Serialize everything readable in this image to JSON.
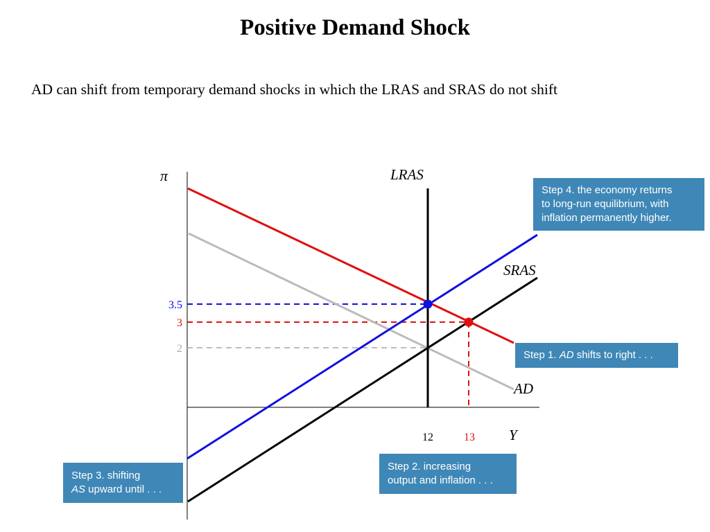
{
  "slide": {
    "title": "Positive Demand Shock",
    "subtitle": "AD can shift from temporary demand shocks in which the LRAS and SRAS do not shift"
  },
  "diagram": {
    "axis_labels": {
      "y": "π",
      "x": "Y"
    },
    "curve_labels": {
      "lras": "LRAS",
      "sras": "SRAS",
      "ad": "AD"
    },
    "ticks": {
      "y": [
        {
          "label": "3.5",
          "color": "#0000ff"
        },
        {
          "label": "3",
          "color": "#e01010"
        },
        {
          "label": "2",
          "color": "#aaaaaa"
        }
      ],
      "x": [
        {
          "label": "12",
          "color": "#000000"
        },
        {
          "label": "13",
          "color": "#e01010"
        }
      ]
    },
    "colors": {
      "original_ad": "#bbbbbb",
      "new_ad": "#e01010",
      "original_sras": "#000000",
      "new_sras": "#1010e0",
      "lras": "#000000",
      "callout_bg": "#3f87b7"
    }
  },
  "callouts": {
    "step1": {
      "prefix": "Step 1. ",
      "emph": "AD",
      "suffix": " shifts to right . . ."
    },
    "step2": {
      "line1": "Step 2.  increasing",
      "line2": "output and inflation . . ."
    },
    "step3": {
      "line1": "Step 3.  shifting",
      "emph": "AS",
      "line2_rest": " upward until . . ."
    },
    "step4": {
      "line1": "Step 4.  the economy returns",
      "line2": "to long-run equilibrium, with",
      "line3": "inflation permanently higher."
    }
  }
}
